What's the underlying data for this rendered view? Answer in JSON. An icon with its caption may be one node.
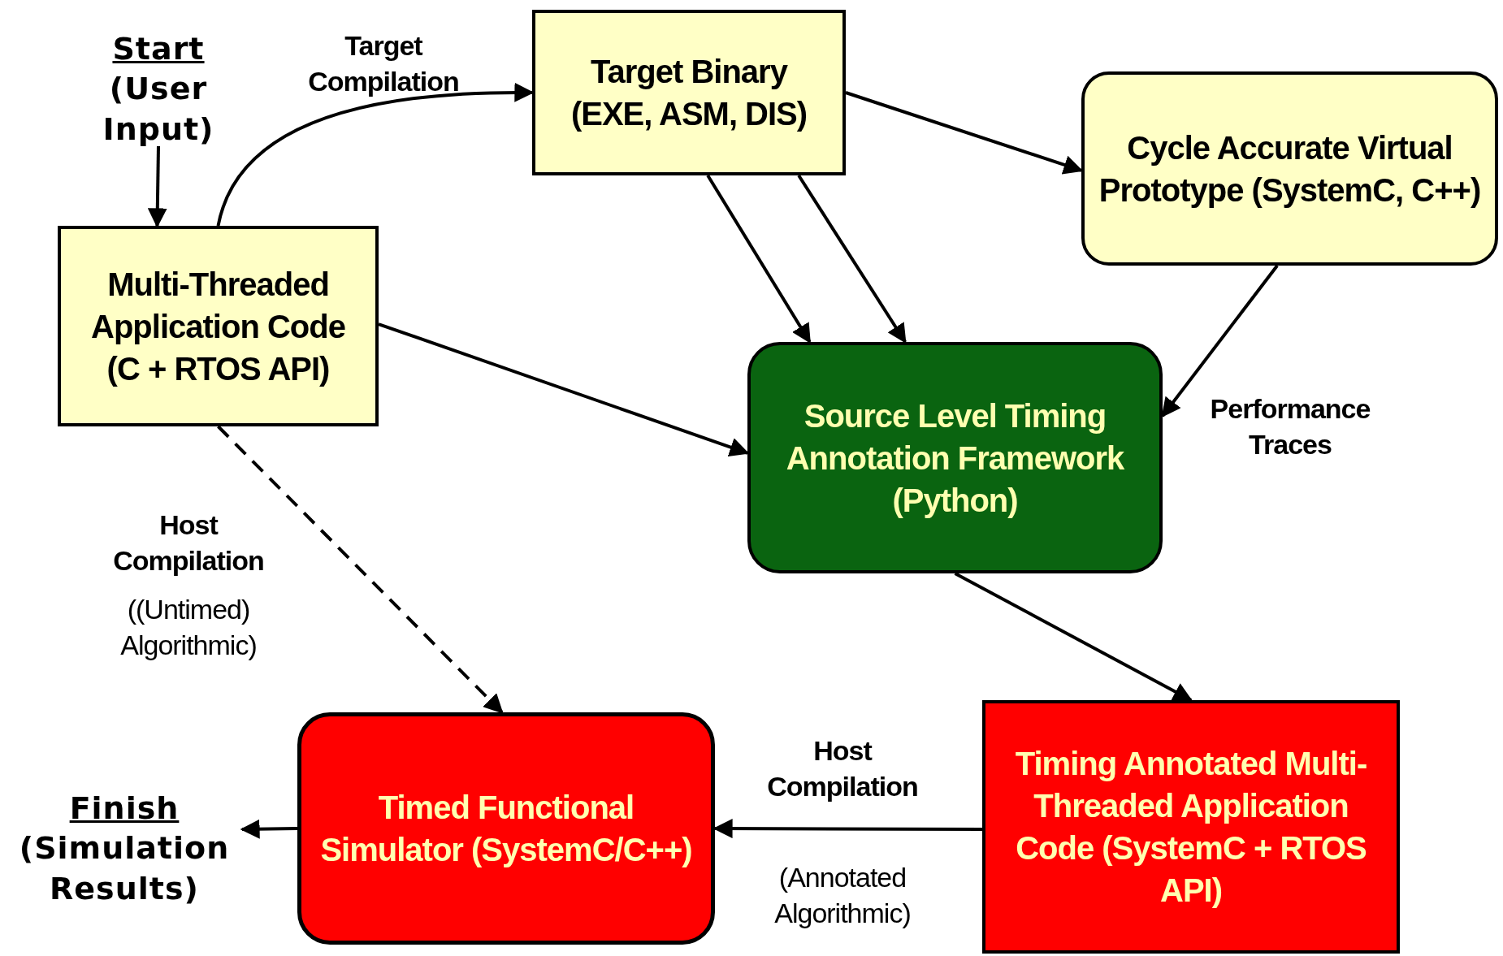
{
  "diagram": {
    "nodes": [
      {
        "text": [
          "Start",
          "(User Input)"
        ]
      },
      {
        "text": [
          "Multi-Threaded Application Code (C + RTOS API)"
        ]
      },
      {
        "text": [
          "Target Binary (EXE, ASM, DIS)"
        ]
      },
      {
        "text": [
          "Cycle Accurate Virtual Prototype (SystemC, C++)"
        ]
      },
      {
        "text": [
          "Source Level Timing Annotation Framework (Python)"
        ]
      },
      {
        "text": [
          "Timing Annotated Multi-Threaded Application Code (SystemC + RTOS API)"
        ]
      },
      {
        "text": [
          "Timed Functional Simulator (SystemC/C++)"
        ]
      },
      {
        "text": [
          "Finish",
          "(Simulation Results)"
        ]
      }
    ],
    "edges": [
      {
        "from": 0,
        "to": 1,
        "arrow": "to"
      },
      {
        "from": 1,
        "to": 2,
        "arrow": "to",
        "label": "Target Compilation"
      },
      {
        "from": 2,
        "to": 3,
        "arrow": "to"
      },
      {
        "from": 2,
        "to": 4,
        "arrow": "to"
      },
      {
        "from": 2,
        "to": 4,
        "arrow": "to"
      },
      {
        "from": 1,
        "to": 4,
        "arrow": "to"
      },
      {
        "from": 3,
        "to": 4,
        "arrow": "to",
        "label": "Performance Traces"
      },
      {
        "from": 1,
        "to": 6,
        "arrow": "to",
        "style": "dashed",
        "label": "Host Compilation"
      },
      {
        "from": 4,
        "to": 5,
        "arrow": "to"
      },
      {
        "from": 5,
        "to": 6,
        "arrow": "to",
        "label": "Host Compilation"
      },
      {
        "from": 6,
        "to": 7,
        "arrow": "to"
      }
    ],
    "labels": [
      "((Untimed) Algorithmic)",
      "(Annotated Algorithmic)"
    ]
  }
}
